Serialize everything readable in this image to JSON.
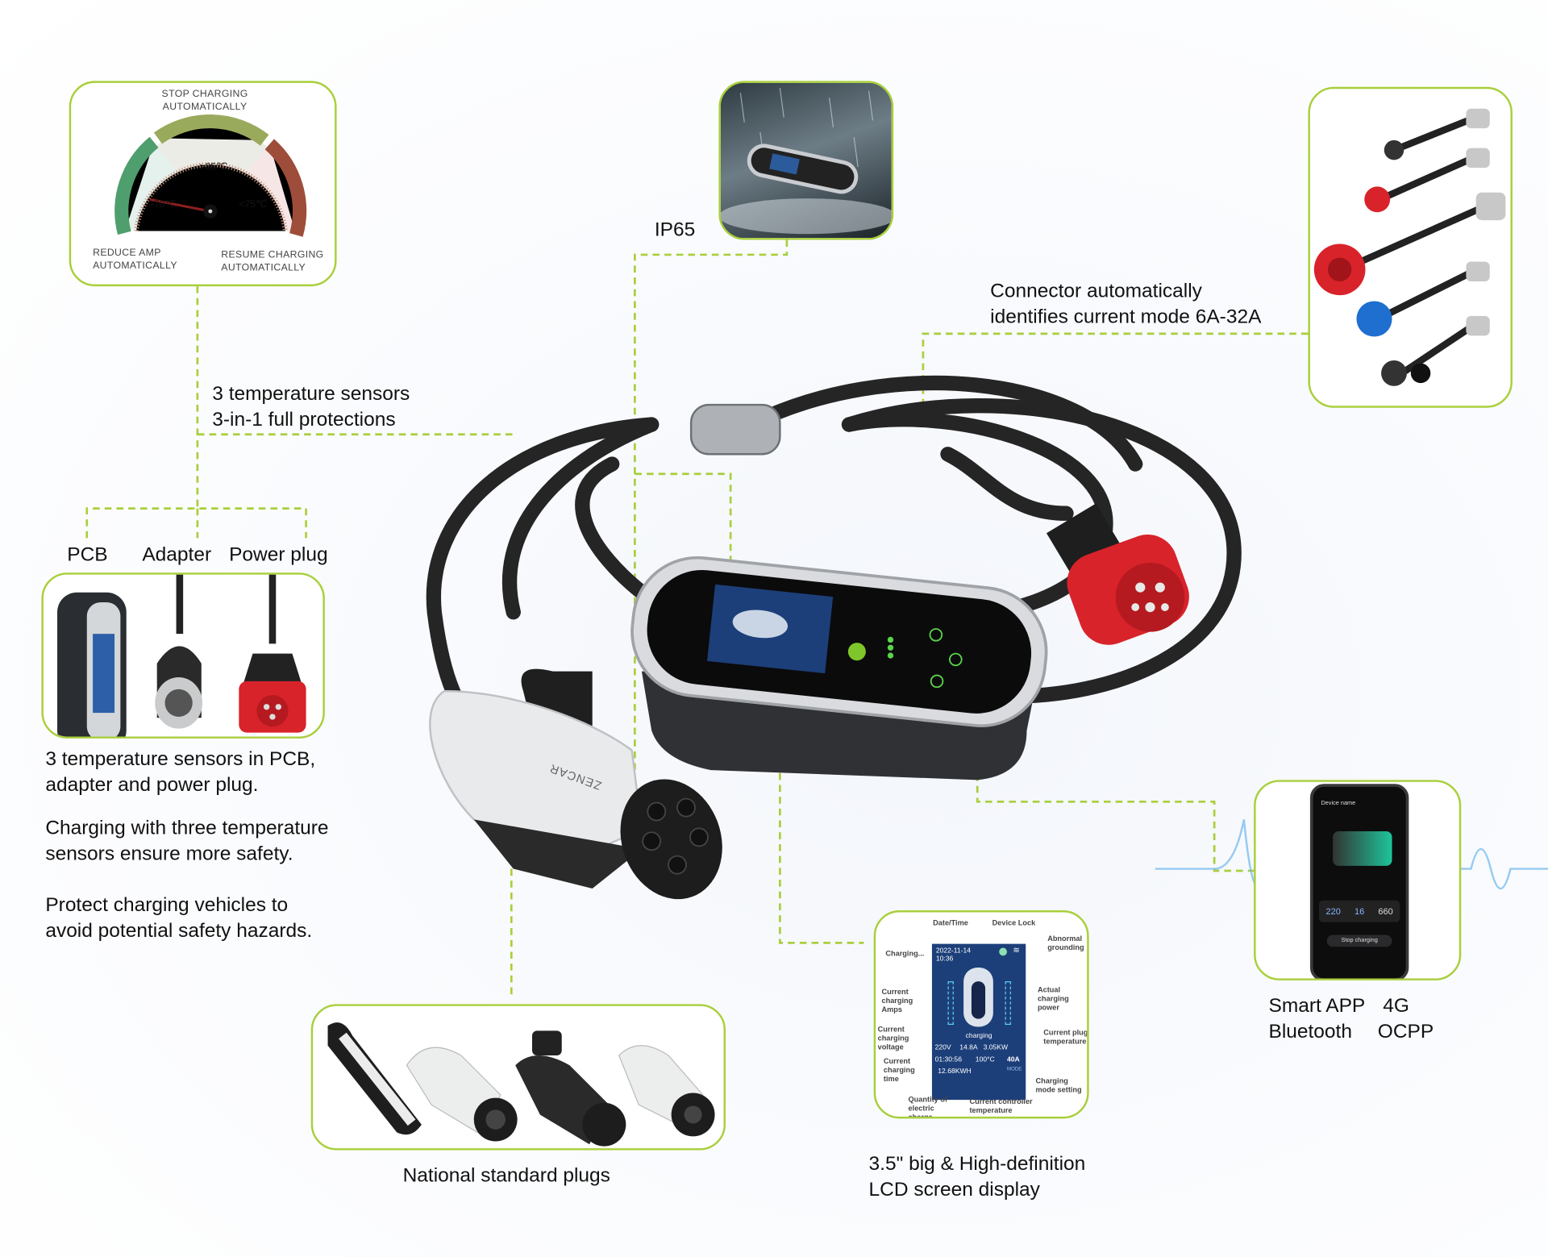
{
  "gauge": {
    "top_label": [
      "STOP CHARGING",
      "AUTOMATICALLY"
    ],
    "left_label": [
      "REDUCE AMP",
      "AUTOMATICALLY"
    ],
    "right_label": [
      "RESUME CHARGING",
      "AUTOMATICALLY"
    ],
    "zone_left": ">70℃",
    "zone_top": ">85℃",
    "zone_right": "<75℃"
  },
  "ip_label": "IP65",
  "connector_text": [
    "Connector automatically",
    "identifies current mode 6A-32A"
  ],
  "sensors_text": [
    "3 temperature sensors",
    "3-in-1 full protections"
  ],
  "sensor_labels": [
    "PCB",
    "Adapter",
    "Power plug"
  ],
  "description": {
    "p1": [
      "3 temperature sensors in PCB,",
      "adapter and power plug."
    ],
    "p2": [
      "Charging with three temperature",
      "sensors ensure more safety."
    ],
    "p3": [
      "Protect charging vehicles to",
      "avoid potential safety hazards."
    ]
  },
  "plugs_label": "National standard plugs",
  "brand": "ZENCAR",
  "lcd": {
    "caption": [
      "3.5\" big & High-definition",
      "LCD screen display"
    ],
    "date": "2022-11-14",
    "time": "10:36",
    "status": "charging",
    "voltage": "220V",
    "amps": "14.8A",
    "power": "3.05KW",
    "elapsed": "01:30:56",
    "temp": "100°C",
    "energy": "12.68KWH",
    "mode_value": "40A",
    "mode_label": "MODE",
    "callouts": [
      "Date/Time",
      "Device Lock",
      "Abnormal grounding",
      "Charging...",
      "Current charging Amps",
      "Actual charging power",
      "Current charging voltage",
      "Current plug temperature",
      "Current charging time",
      "Charging mode setting",
      "Quantity of electric charge",
      "Current controller temperature"
    ]
  },
  "app": {
    "caption_line1": [
      "Smart APP",
      "4G"
    ],
    "caption_line2": [
      "Bluetooth",
      "OCPP"
    ],
    "screen_title": "Device name",
    "stats": [
      "220",
      "16",
      "660"
    ],
    "button": "Stop charging"
  },
  "colors": {
    "accent": "#a9cf3b",
    "plug_red": "#d8232a",
    "plug_blue": "#1e6fd0",
    "lcd_blue": "#1c3f7a"
  }
}
